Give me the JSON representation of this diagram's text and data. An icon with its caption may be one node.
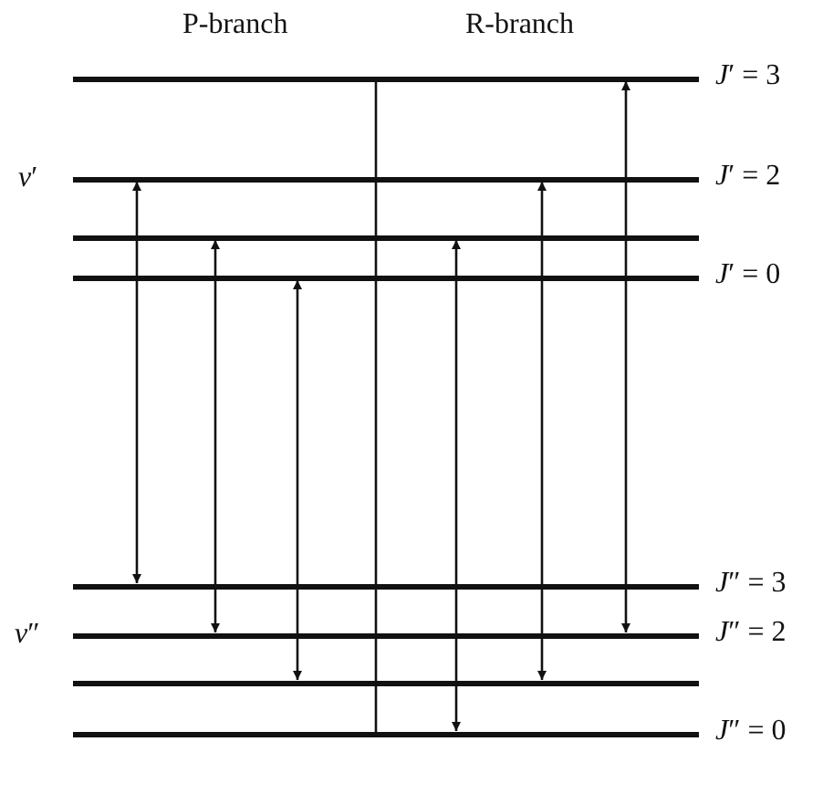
{
  "diagram": {
    "nodes": [
      {
        "text": [
          "*J*′ = 3"
        ]
      },
      {
        "text": [
          "*J*′ = 2"
        ]
      },
      {
        "text": [],
        "shape": "bar"
      },
      {
        "text": [
          "*J*′ = 0"
        ]
      },
      {
        "text": [
          "*J*″ = 3"
        ]
      },
      {
        "text": [
          "*J*″ = 2"
        ]
      },
      {
        "text": [],
        "shape": "bar"
      },
      {
        "text": [
          "*J*″ = 0"
        ]
      }
    ],
    "edges": [
      {
        "from": 1,
        "to": 4,
        "arrow": "both"
      },
      {
        "from": 2,
        "to": 5,
        "arrow": "both"
      },
      {
        "from": 3,
        "to": 6,
        "arrow": "both"
      },
      {
        "from": 2,
        "to": 7,
        "arrow": "both"
      },
      {
        "from": 1,
        "to": 6,
        "arrow": "both"
      },
      {
        "from": 0,
        "to": 5,
        "arrow": "both"
      }
    ],
    "labels": [
      "P-branch",
      "R-branch",
      "*v*′",
      "*v*″"
    ]
  }
}
